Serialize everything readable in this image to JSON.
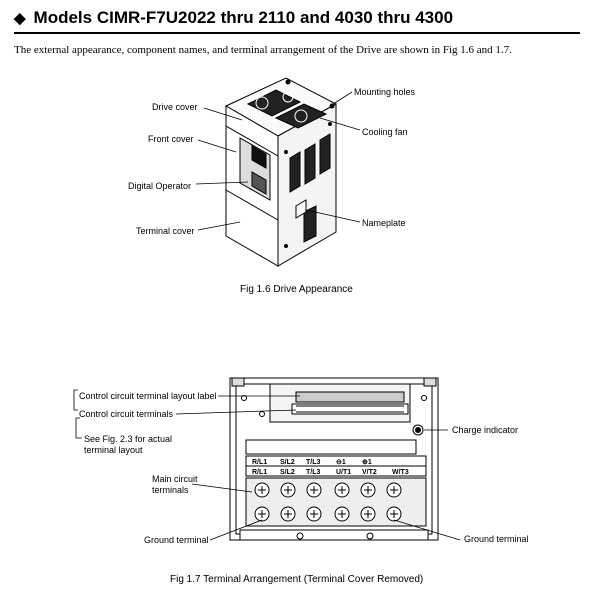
{
  "heading": {
    "bullet": "◆",
    "title": "Models CIMR-F7U2022 thru 2110 and 4030 thru 4300"
  },
  "intro": "The external appearance, component names, and terminal arrangement of the Drive are shown in Fig 1.6 and 1.7.",
  "fig16": {
    "labels": {
      "drive_cover": "Drive cover",
      "front_cover": "Front cover",
      "digital_operator": "Digital Operator",
      "terminal_cover": "Terminal cover",
      "mounting_holes": "Mounting holes",
      "cooling_fan": "Cooling fan",
      "nameplate": "Nameplate"
    },
    "caption": "Fig 1.6  Drive Appearance"
  },
  "fig17": {
    "labels": {
      "layout_label": "Control circuit terminal layout label",
      "control_terminals": "Control circuit terminals",
      "see_fig_line1": "See Fig. 2.3 for actual",
      "see_fig_line2": "terminal layout",
      "main_circuit_line1": "Main circuit",
      "main_circuit_line2": "terminals",
      "charge_indicator": "Charge indicator",
      "ground_left": "Ground terminal",
      "ground_right": "Ground terminal"
    },
    "terminals_top": [
      "R/L1",
      "S/L2",
      "T/L3",
      "⊖1",
      "⊕1"
    ],
    "terminals_bottom": [
      "R/L1",
      "S/L2",
      "T/L3",
      "U/T1",
      "V/T2",
      "W/T3"
    ],
    "caption": "Fig 1.7  Terminal Arrangement (Terminal Cover Removed)"
  }
}
